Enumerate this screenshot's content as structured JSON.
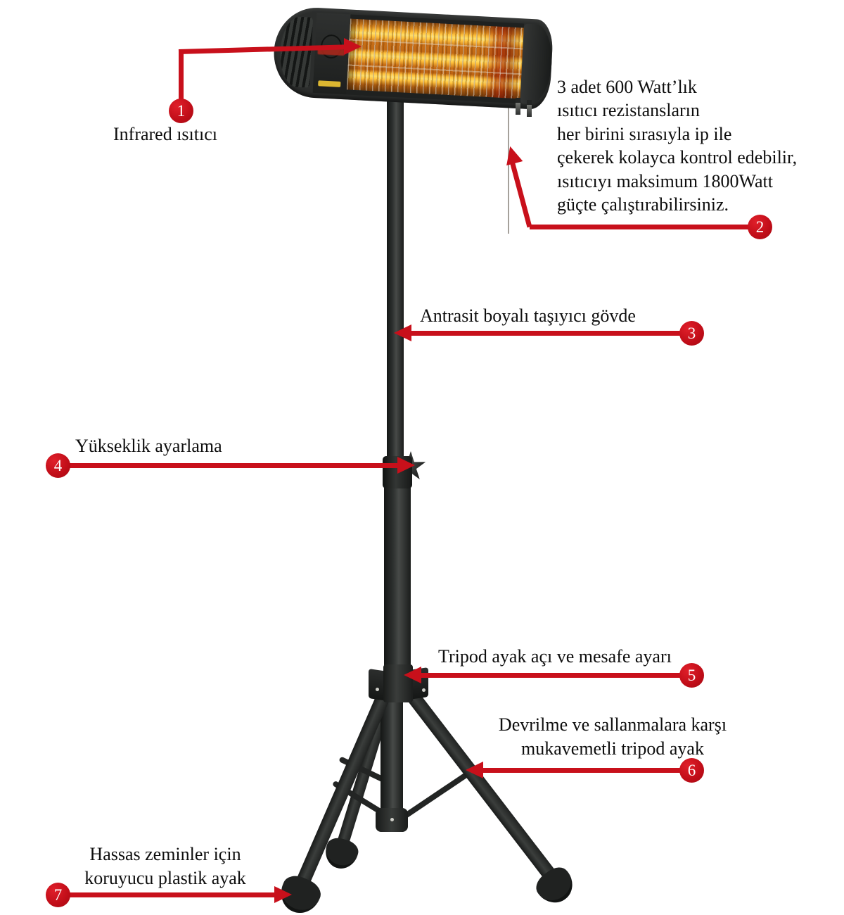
{
  "diagram": {
    "subject": "infrared heater on tripod stand",
    "annotation_color": "#c8101b",
    "product_color": "#2b2d2c",
    "glow_color": "#ffc23c"
  },
  "callouts": {
    "c1": {
      "num": "1",
      "label": "Infrared ısıtıcı"
    },
    "c2": {
      "num": "2",
      "lines": [
        "3 adet 600 Watt’lık",
        "ısıtıcı rezistansların",
        "her birini sırasıyla ip ile",
        "çekerek kolayca kontrol edebilir,",
        "ısıtıcıyı maksimum 1800Watt",
        "güçte çalıştırabilirsiniz."
      ]
    },
    "c3": {
      "num": "3",
      "label": "Antrasit boyalı taşıyıcı gövde"
    },
    "c4": {
      "num": "4",
      "label": "Yükseklik ayarlama"
    },
    "c5": {
      "num": "5",
      "label": "Tripod ayak açı ve mesafe ayarı"
    },
    "c6": {
      "num": "6",
      "lines": [
        "Devrilme ve sallanmalara karşı",
        "mukavemetli tripod ayak"
      ]
    },
    "c7": {
      "num": "7",
      "lines": [
        "Hassas zeminler için",
        "koruyucu plastik ayak"
      ]
    }
  }
}
